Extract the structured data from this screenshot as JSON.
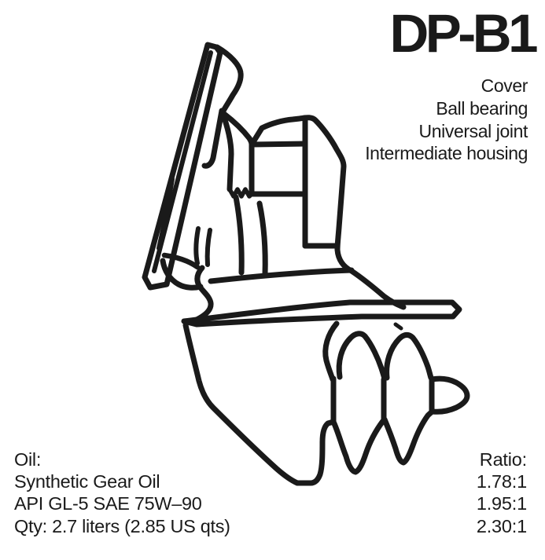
{
  "figure": {
    "model": "DP-B1",
    "callouts": [
      "Cover",
      "Ball bearing",
      "Universal joint",
      "Intermediate housing"
    ]
  },
  "oil": {
    "heading": "Oil:",
    "type": "Synthetic Gear Oil",
    "spec": "API GL-5 SAE 75W–90",
    "quantity": "Qty: 2.7 liters (2.85 US qts)"
  },
  "ratio": {
    "heading": "Ratio:",
    "values": [
      "1.78:1",
      "1.95:1",
      "2.30:1"
    ]
  },
  "colors": {
    "ink": "#1a1a1a",
    "background": "#ffffff"
  }
}
